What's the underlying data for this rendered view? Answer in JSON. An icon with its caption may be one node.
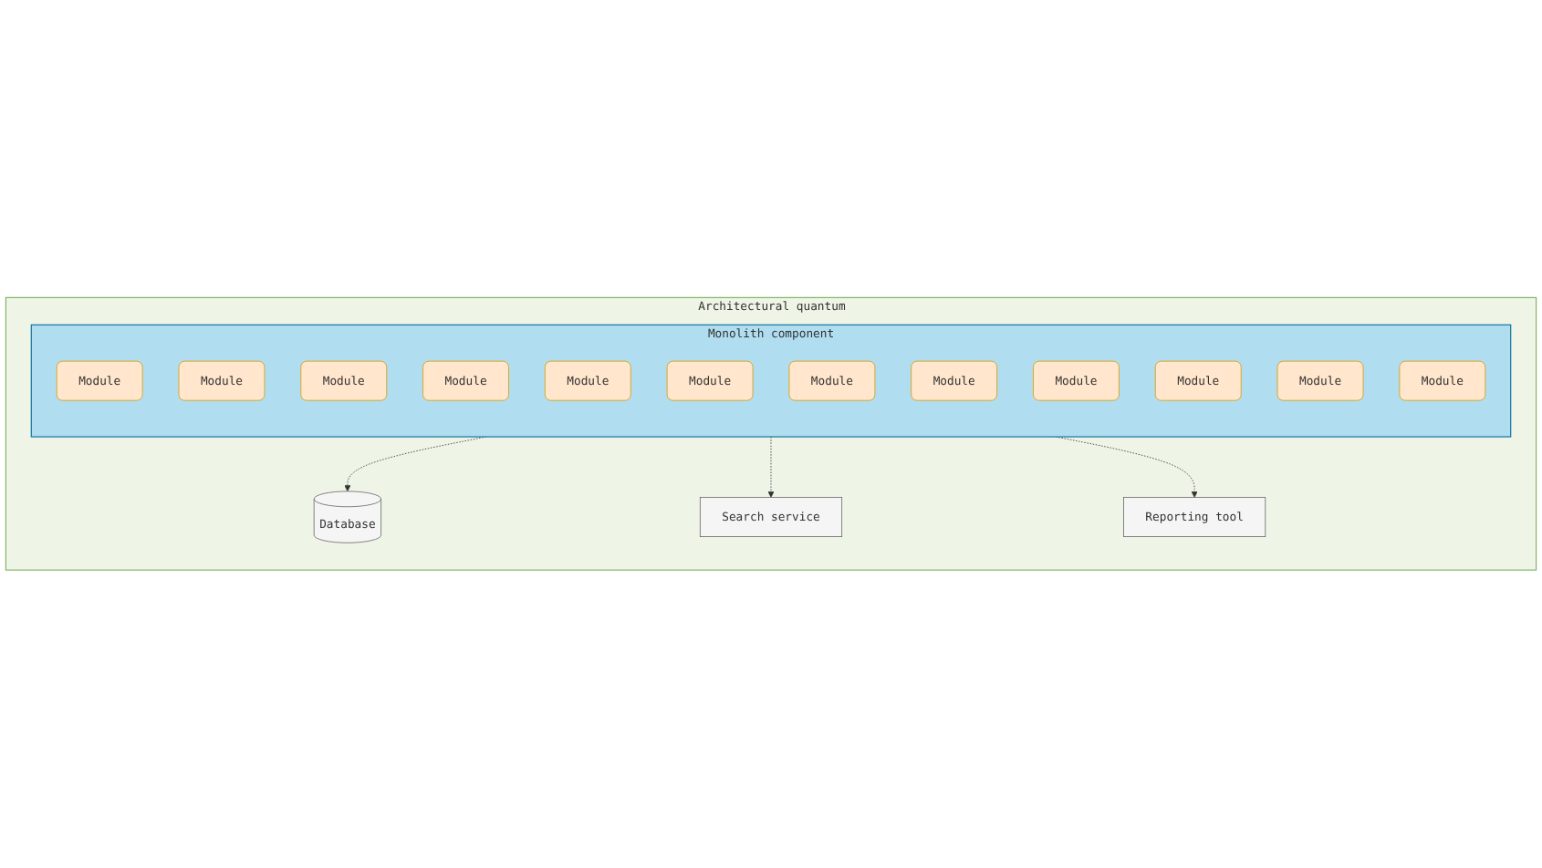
{
  "diagram": {
    "nodes": [
      {
        "text": [
          "Architectural quantum"
        ]
      },
      {
        "text": [
          "Monolith component"
        ],
        "in": 0
      },
      {
        "text": [
          "Module"
        ],
        "in": 1
      },
      {
        "text": [
          "Module"
        ],
        "in": 1
      },
      {
        "text": [
          "Module"
        ],
        "in": 1
      },
      {
        "text": [
          "Module"
        ],
        "in": 1
      },
      {
        "text": [
          "Module"
        ],
        "in": 1
      },
      {
        "text": [
          "Module"
        ],
        "in": 1
      },
      {
        "text": [
          "Module"
        ],
        "in": 1
      },
      {
        "text": [
          "Module"
        ],
        "in": 1
      },
      {
        "text": [
          "Module"
        ],
        "in": 1
      },
      {
        "text": [
          "Module"
        ],
        "in": 1
      },
      {
        "text": [
          "Module"
        ],
        "in": 1
      },
      {
        "text": [
          "Module"
        ],
        "in": 1
      },
      {
        "text": [
          "Database"
        ],
        "in": 0
      },
      {
        "text": [
          "Search service"
        ],
        "in": 0
      },
      {
        "text": [
          "Reporting tool"
        ],
        "in": 0
      }
    ],
    "edges": [
      {
        "from": 1,
        "to": 14,
        "arrow": "to",
        "style": "dashed"
      },
      {
        "from": 1,
        "to": 15,
        "arrow": "to",
        "style": "dashed"
      },
      {
        "from": 1,
        "to": 16,
        "arrow": "to",
        "style": "dashed"
      }
    ]
  }
}
